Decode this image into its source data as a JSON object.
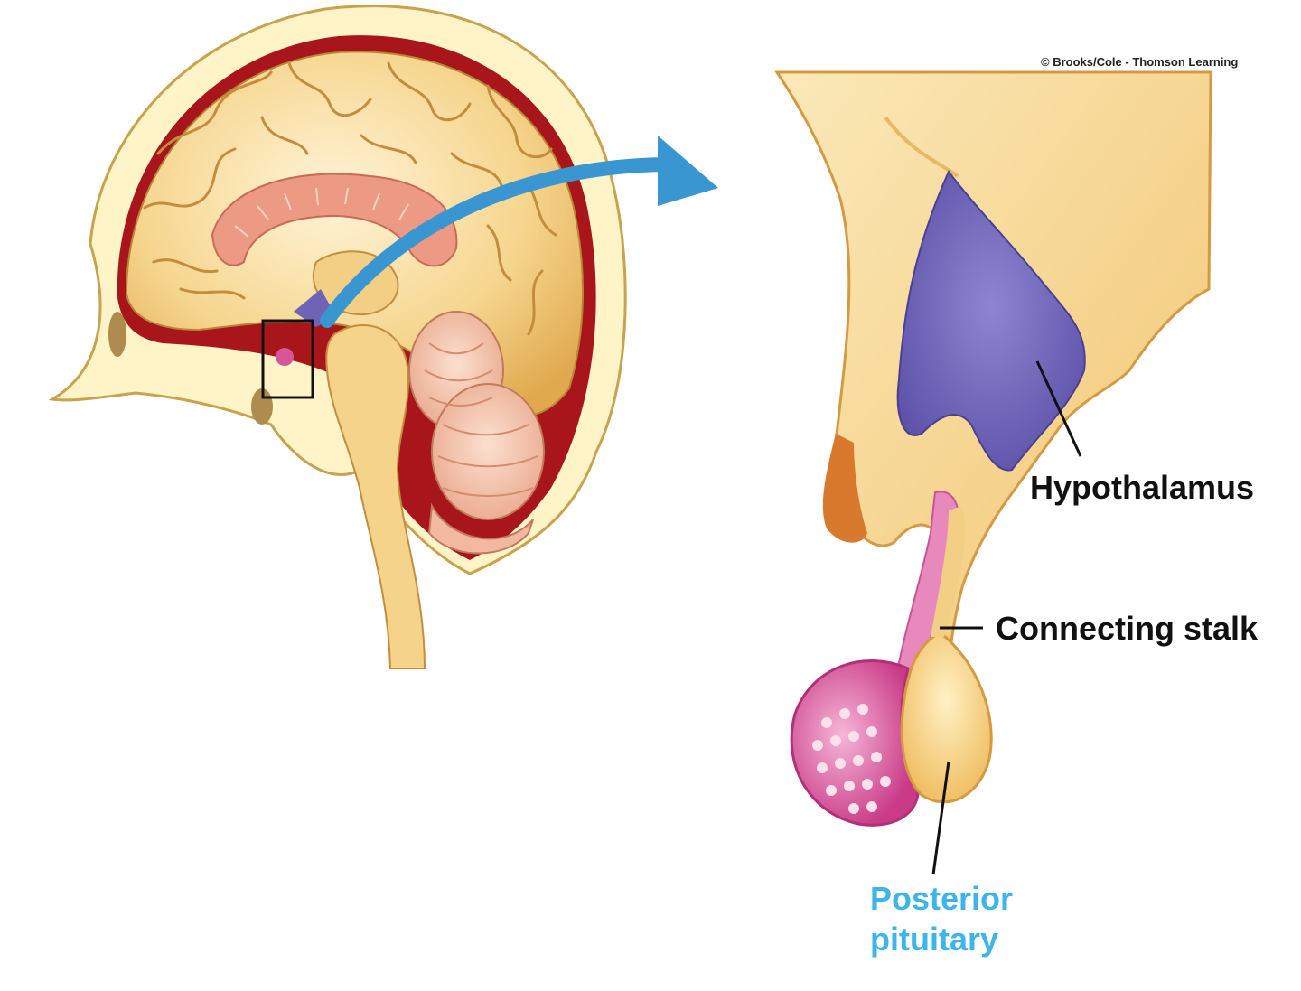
{
  "credit": "© Brooks/Cole - Thomson Learning",
  "labels": {
    "hypothalamus": "Hypothalamus",
    "connecting_stalk": "Connecting stalk",
    "posterior_line1": "Posterior",
    "posterior_line2": "pituitary"
  },
  "colors": {
    "label_text": "#111111",
    "posterior_label": "#3db4ea",
    "arrow": "#3a96d0",
    "brain_tissue": "#f2cc7e",
    "skull_red": "#a8161c",
    "hypothalamus_purple": "#6f63b5",
    "pituitary_pink": "#d9559a"
  }
}
